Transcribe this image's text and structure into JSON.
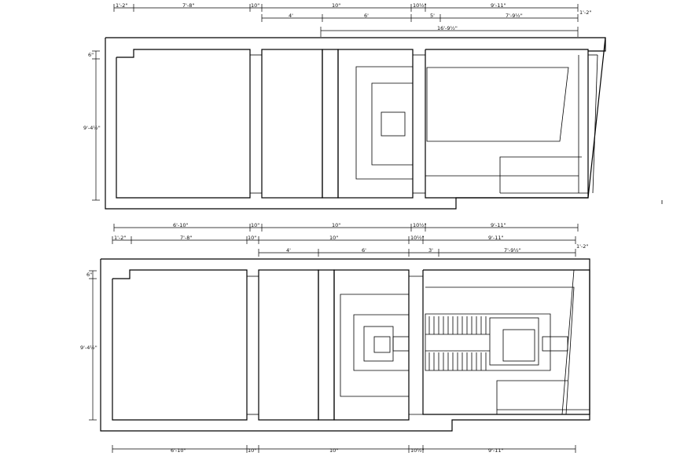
{
  "title": "",
  "plans": [
    {
      "id": "plan-upper",
      "dims_top_row1": [
        "1'-2\"",
        "7'-8\"",
        "10\"",
        "10\"",
        "10½\"",
        "9'-11\"",
        "1'-2\""
      ],
      "dims_top_row2": [
        "4'",
        "6'",
        "5'",
        "7'-9½\""
      ],
      "dims_top_row3": [
        "16'-9½\""
      ],
      "dims_left": [
        "6\"",
        "9'-4½\""
      ],
      "dims_bottom": [
        "6'-10\"",
        "10\"",
        "10\"",
        "10½\"",
        "9'-11\""
      ]
    },
    {
      "id": "plan-lower",
      "dims_top_row1": [
        "1'-2\"",
        "7'-8\"",
        "10\"",
        "10\"",
        "10½\"",
        "9'-11\"",
        "1'-2\""
      ],
      "dims_top_row2": [
        "4'",
        "6'",
        "3'",
        "7'-9½\""
      ],
      "dims_left": [
        "6\"",
        "9'-4½\""
      ],
      "dims_bottom": [
        "6'-10\"",
        "10\"",
        "10\"",
        "10½\"",
        "9'-11\""
      ]
    }
  ]
}
